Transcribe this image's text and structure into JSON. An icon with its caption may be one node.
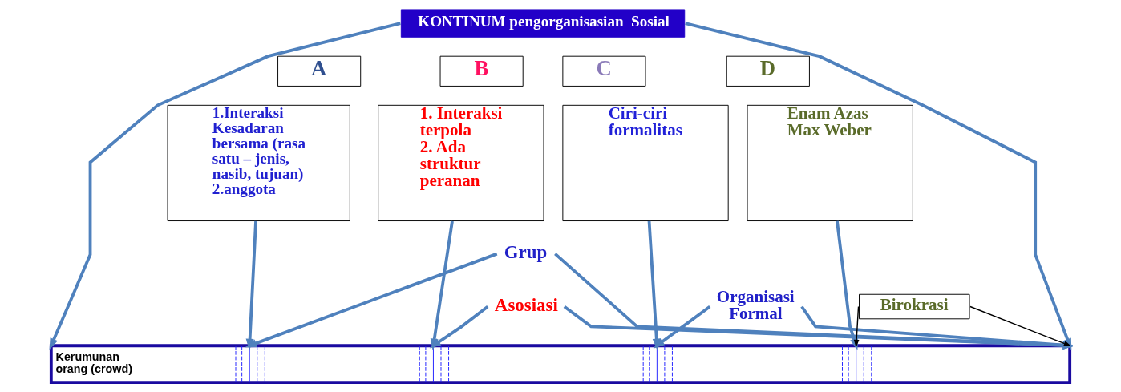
{
  "diagram": {
    "nodes": [
      {
        "text": [
          "KONTINUM pengorganisasian  Sosial"
        ]
      },
      {
        "text": [
          "A"
        ]
      },
      {
        "text": [
          "1.Interaksi Kesadaran bersama (rasa satu – jenis, nasib, tujuan)",
          "2.anggota"
        ]
      },
      {
        "text": [
          "B"
        ]
      },
      {
        "text": [
          "1. Interaksi terpola",
          "2. Ada struktur peranan"
        ]
      },
      {
        "text": [
          "C"
        ]
      },
      {
        "text": [
          "Ciri-ciri formalitas"
        ]
      },
      {
        "text": [
          "D"
        ]
      },
      {
        "text": [
          "Enam Azas Max Weber"
        ]
      },
      {
        "text": [
          "Grup"
        ]
      },
      {
        "text": [
          "Asosiasi"
        ]
      },
      {
        "text": [
          "Organisasi Formal"
        ]
      },
      {
        "text": [
          "Birokrasi"
        ]
      },
      {
        "text": [
          "Kerumunan orang (crowd)"
        ]
      }
    ],
    "edges": [
      {
        "from": 0,
        "to": 13,
        "arrow": "to"
      },
      {
        "from": 2,
        "to": 13,
        "arrow": "to"
      },
      {
        "from": 4,
        "to": 13,
        "arrow": "to"
      },
      {
        "from": 6,
        "to": 13,
        "arrow": "to"
      },
      {
        "from": 8,
        "to": 13,
        "arrow": "to"
      },
      {
        "from": 0,
        "to": 13,
        "arrow": "to"
      },
      {
        "from": 9,
        "to": 13,
        "arrow": "to"
      },
      {
        "from": 9,
        "to": 13,
        "arrow": "to"
      },
      {
        "from": 10,
        "to": 13,
        "arrow": "to"
      },
      {
        "from": 10,
        "to": 13,
        "arrow": "to"
      },
      {
        "from": 11,
        "to": 13,
        "arrow": "to"
      },
      {
        "from": 11,
        "to": 13,
        "arrow": "to"
      },
      {
        "from": 12,
        "to": 13,
        "arrow": "to",
        "color": "#000000"
      },
      {
        "from": 12,
        "to": 13,
        "arrow": "to",
        "color": "#000000"
      }
    ]
  }
}
